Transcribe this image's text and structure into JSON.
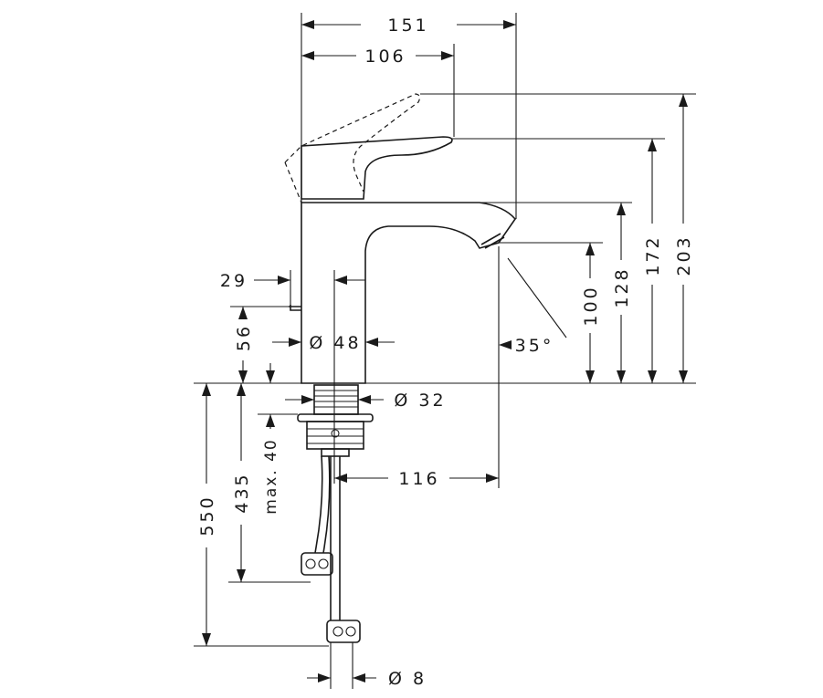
{
  "dimensions": {
    "overall_width": "151",
    "spout_to_lever": "106",
    "height_lever_open": "203",
    "height_lever_closed": "172",
    "height_spout_top": "128",
    "height_outlet": "100",
    "pop_up_rod_offset": "29",
    "pop_up_rod_height": "56",
    "body_diameter": "Ø 48",
    "shank_diameter": "Ø 32",
    "max_countertop": "max. 40",
    "projection": "116",
    "hose_length_short": "435",
    "hose_length_long": "550",
    "connection_diameter": "Ø 8",
    "spray_angle": "35°"
  }
}
